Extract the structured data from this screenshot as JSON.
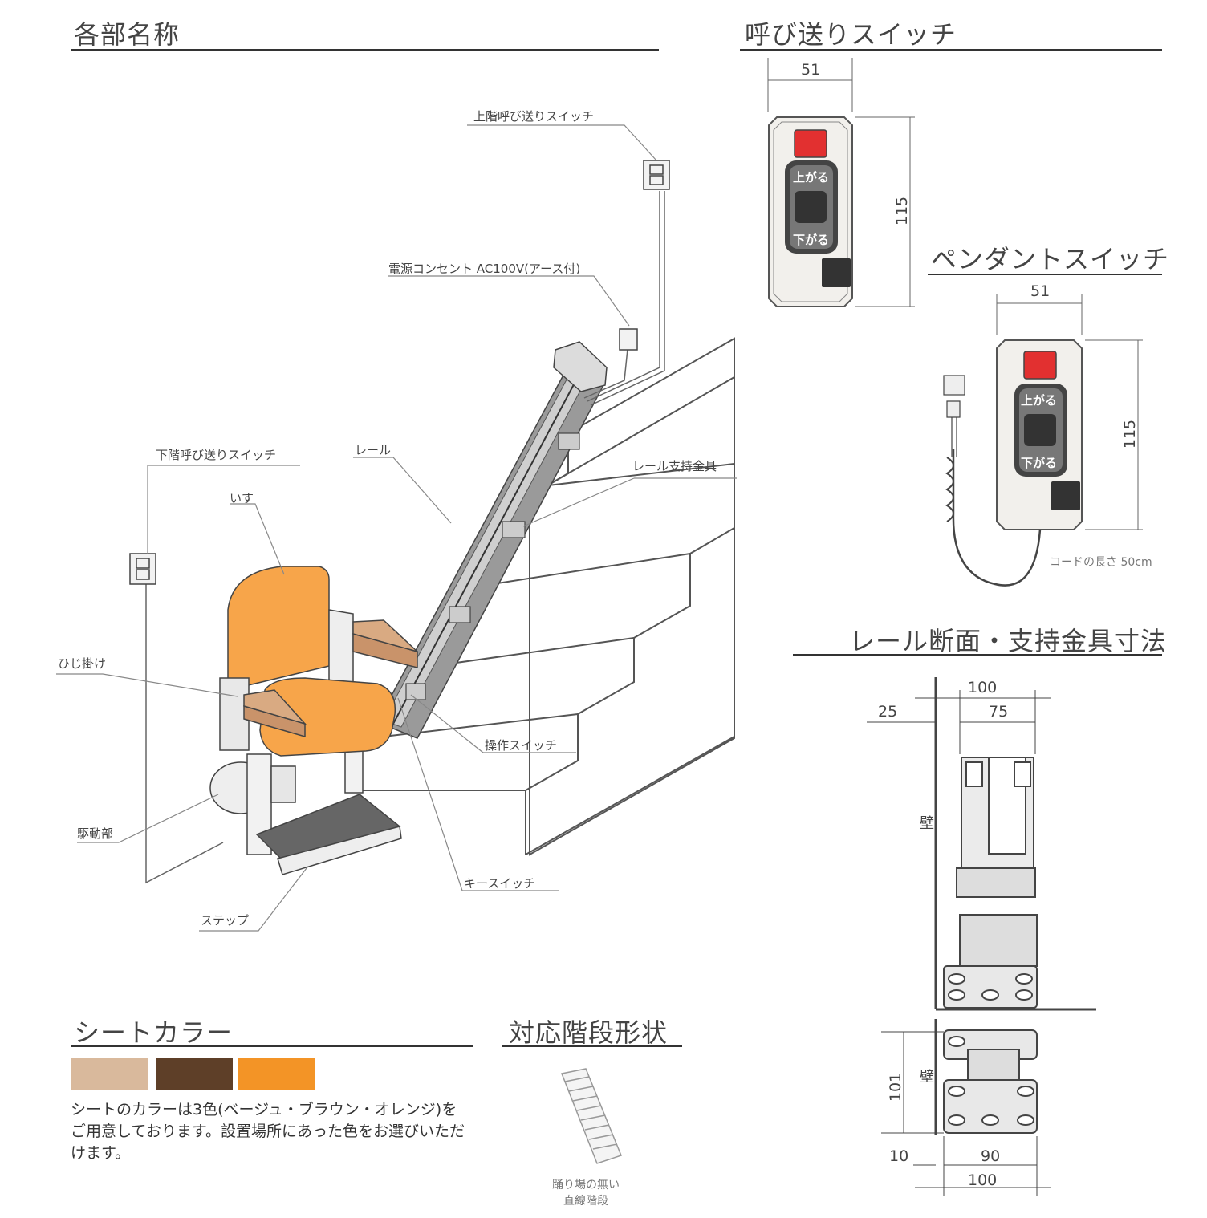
{
  "sections": {
    "parts_names": "各部名称",
    "call_switch": "呼び送りスイッチ",
    "pendant_switch": "ペンダントスイッチ",
    "rail_section": "レール断面・支持金具寸法",
    "seat_color": "シートカラー",
    "stair_shape": "対応階段形状"
  },
  "parts": {
    "upper_call_switch": "上階呼び送りスイッチ",
    "power_outlet": "電源コンセント AC100V(アース付)",
    "lower_call_switch": "下階呼び送りスイッチ",
    "rail": "レール",
    "rail_bracket": "レール支持金具",
    "seat": "いす",
    "armrest": "ひじ掛け",
    "operation_switch": "操作スイッチ",
    "drive_unit": "駆動部",
    "key_switch": "キースイッチ",
    "step": "ステップ"
  },
  "call_switch": {
    "width": "51",
    "height": "115",
    "up_label": "上がる",
    "down_label": "下がる"
  },
  "pendant_switch": {
    "width": "51",
    "height": "115",
    "up_label": "上がる",
    "down_label": "下がる",
    "cord_note": "コードの長さ 50cm"
  },
  "rail_dims": {
    "top_total": "100",
    "top_offset": "25",
    "top_inner": "75",
    "wall": "壁",
    "bracket_height": "101",
    "bottom_offset": "10",
    "bottom_inner": "90",
    "bottom_total": "100"
  },
  "seat_colors": {
    "swatches": [
      {
        "name": "ベージュ",
        "color": "#d9b99c"
      },
      {
        "name": "ブラウン",
        "color": "#5e3f28"
      },
      {
        "name": "オレンジ",
        "color": "#f39426"
      }
    ],
    "description": "シートのカラーは3色(ベージュ・ブラウン・オレンジ)をご用意しております。設置場所にあった色をお選びいただけます。"
  },
  "stair": {
    "caption_line1": "踊り場の無い",
    "caption_line2": "直線階段"
  },
  "colors": {
    "seat": "#f7a54a",
    "armrest": "#c9936a",
    "rail": "#bdbdbd",
    "red_button": "#e23030",
    "switch_body": "#f2f0ec"
  }
}
